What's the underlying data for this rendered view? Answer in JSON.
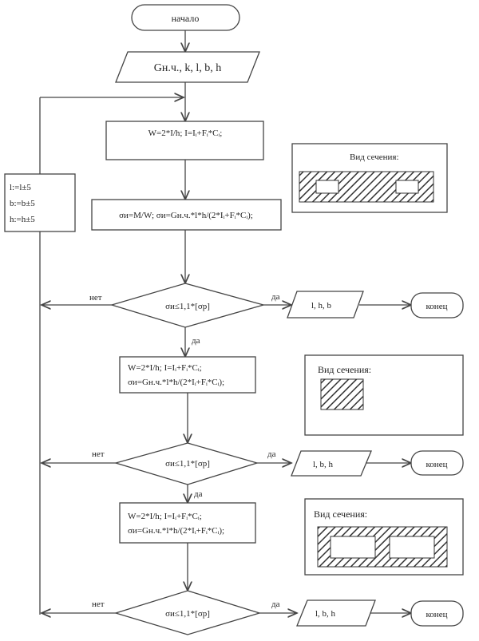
{
  "start": "начало",
  "input": "Gн.ч., k, l, b, h",
  "loop_box": [
    "l:=l±5",
    "b:=b±5",
    "h:=h±5"
  ],
  "blocks": [
    {
      "lines": [
        "W=2*I/h; I=Iᵢ+Fᵢ*Cᵢ;"
      ]
    },
    {
      "lines": [
        "σи=M/W; σи=Gн.ч.*l*h/(2*Iᵢ+Fᵢ*Cᵢ);"
      ]
    },
    {
      "lines": [
        "W=2*I/h; I=Iᵢ+Fᵢ*Cᵢ;",
        "σи=Gн.ч.*l*h/(2*Iᵢ+Fᵢ*Cᵢ);"
      ]
    },
    {
      "lines": [
        "W=2*I/h; I=Iᵢ+Fᵢ*Cᵢ;",
        "σи=Gн.ч.*l*h/(2*Iᵢ+Fᵢ*Cᵢ);"
      ]
    }
  ],
  "decisions": [
    {
      "condition": "σи≤1,1*[σр]",
      "no": "нет",
      "yes_right": "да",
      "yes_down": "да",
      "output": "l, h, b",
      "end": "конец"
    },
    {
      "condition": "σи≤1,1*[σр]",
      "no": "нет",
      "yes_right": "да",
      "yes_down": "да",
      "output": "l, b, h",
      "end": "конец"
    },
    {
      "condition": "σи≤1,1*[σр]",
      "no": "нет",
      "yes_right": "да",
      "output": "l, b, h",
      "end": "конец"
    }
  ],
  "sections": [
    {
      "title": "Вид сечения:",
      "shape": "rectangle with two small holes"
    },
    {
      "title": "Вид сечения:",
      "shape": "solid rectangle"
    },
    {
      "title": "Вид сечения:",
      "shape": "rectangle with two large holes"
    }
  ]
}
